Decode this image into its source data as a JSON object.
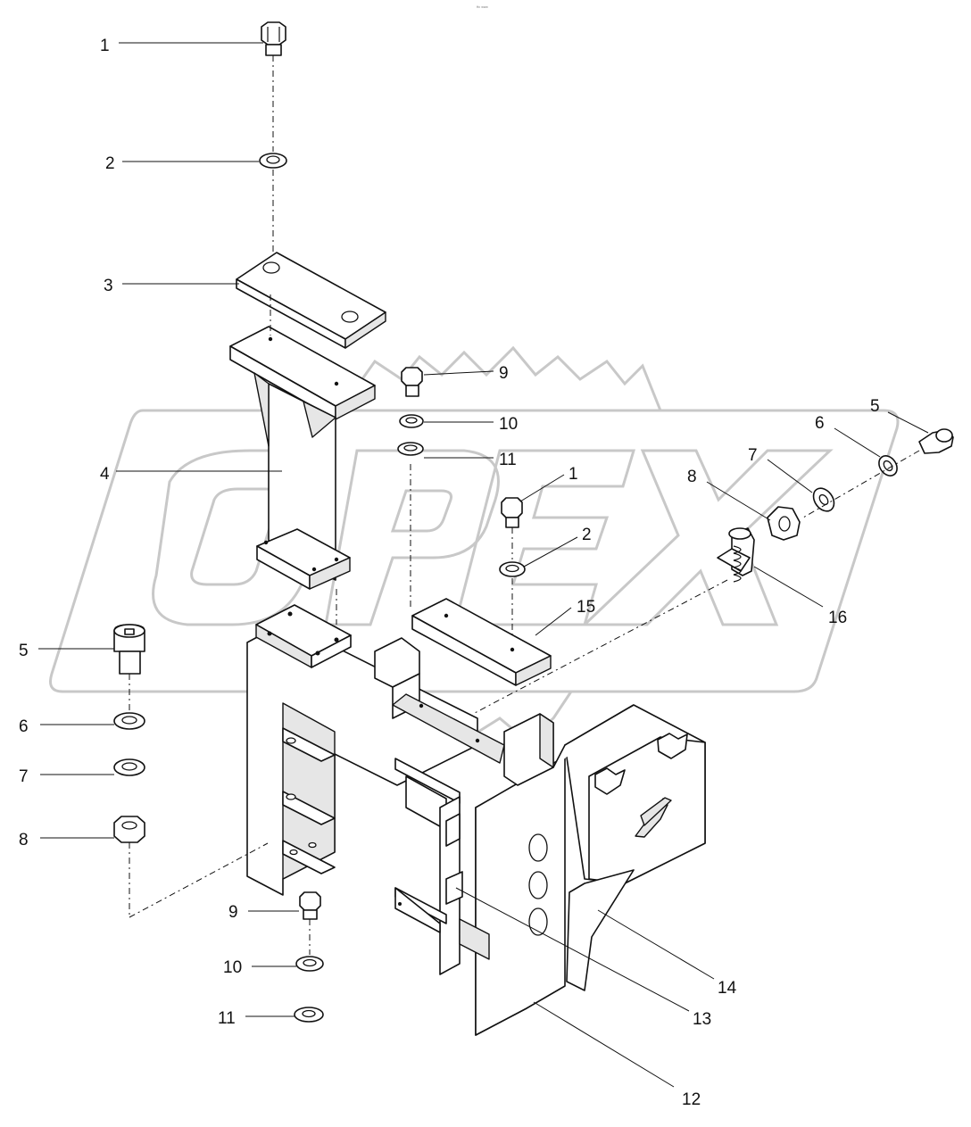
{
  "drawing_code": "ᴴᵒ ʷʷʷ",
  "watermark": {
    "text": "OPEX",
    "color": "#c8c8c8"
  },
  "callouts": {
    "c1_top": "1",
    "c2_top": "2",
    "c3": "3",
    "c4": "4",
    "c9_top": "9",
    "c10_top": "10",
    "c11_top": "11",
    "c1_mid": "1",
    "c2_mid": "2",
    "c15": "15",
    "c8_right": "8",
    "c7_right": "7",
    "c6_right": "6",
    "c5_right": "5",
    "c16": "16",
    "c5_left": "5",
    "c6_left": "6",
    "c7_left": "7",
    "c8_left": "8",
    "c9_bottom": "9",
    "c10_bottom": "10",
    "c11_bottom": "11",
    "c14": "14",
    "c13": "13",
    "c12": "12"
  }
}
